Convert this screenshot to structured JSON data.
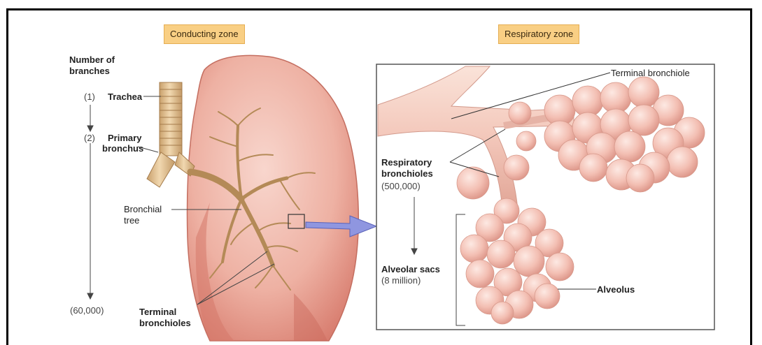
{
  "zones": {
    "conducting": "Conducting zone",
    "respiratory": "Respiratory zone"
  },
  "left": {
    "number_heading_1": "Number of",
    "number_heading_2": "branches",
    "count_trachea": "(1)",
    "label_trachea": "Trachea",
    "count_primary": "(2)",
    "label_primary_1": "Primary",
    "label_primary_2": "bronchus",
    "label_bronchial_1": "Bronchial",
    "label_bronchial_2": "tree",
    "count_terminal": "(60,000)",
    "label_terminal_1": "Terminal",
    "label_terminal_2": "bronchioles"
  },
  "right": {
    "terminal_bronchiole": "Terminal bronchiole",
    "resp_bronchioles_1": "Respiratory",
    "resp_bronchioles_2": "bronchioles",
    "resp_count": "(500,000)",
    "alveolar_sacs": "Alveolar sacs",
    "alveolar_count": "(8 million)",
    "alveolus": "Alveolus"
  },
  "colors": {
    "zone_label_bg": "#f9cf84",
    "lung": "#e9a394",
    "airway": "#d8b88f",
    "alveoli": "#f1b6a9",
    "arrow": "#8f96e0"
  }
}
